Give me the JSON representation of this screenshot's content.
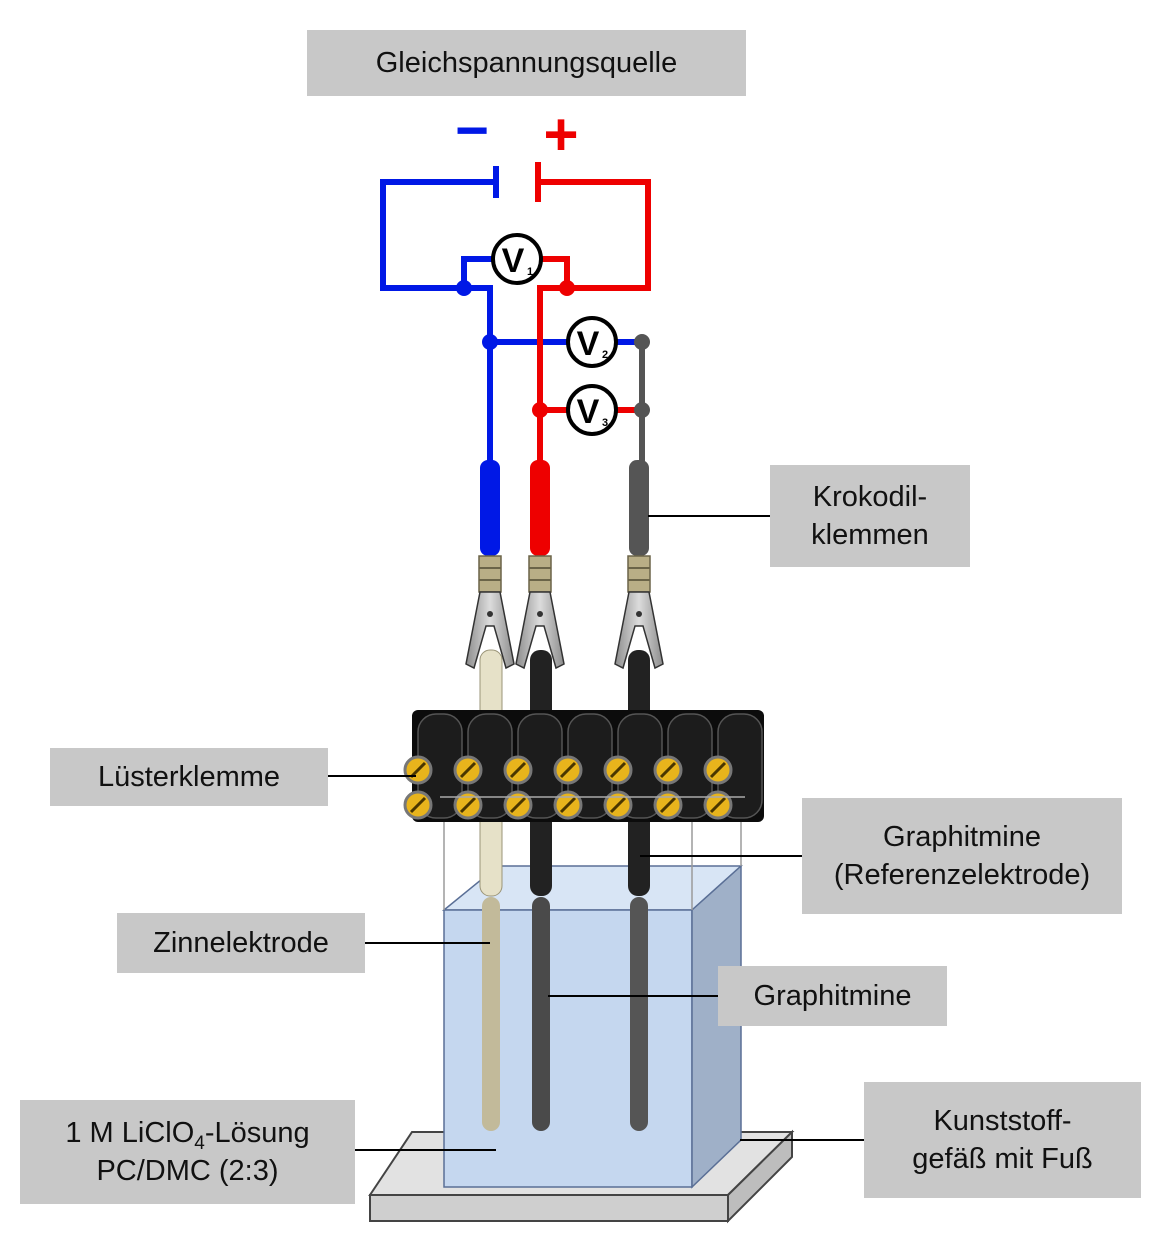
{
  "source_label": "Gleichspannungsquelle",
  "polarity": {
    "minus": "−",
    "plus": "+"
  },
  "voltmeters": [
    {
      "symbol": "V",
      "index": "1"
    },
    {
      "symbol": "V",
      "index": "2"
    },
    {
      "symbol": "V",
      "index": "3"
    }
  ],
  "labels": {
    "krokodil": [
      "Krokodil-",
      "klemmen"
    ],
    "luester": "Lüsterklemme",
    "graphit_ref": [
      "Graphitmine",
      "(Referenzelektrode)"
    ],
    "zinn": "Zinnelektrode",
    "graphit": "Graphitmine",
    "kunststoff": [
      "Kunststoff-",
      "gefäß mit Fuß"
    ],
    "loesung": {
      "line1_pre": "1 M LiClO",
      "line1_sub": "4",
      "line1_post": "-Lösung",
      "line2": "PC/DMC (2:3)"
    }
  },
  "colors": {
    "negative": "#0018e6",
    "positive": "#ee0000",
    "reference": "#555555",
    "label_bg": "#c8c8c8",
    "liquid": "#c5d7ef",
    "tin": "#e6e1c8",
    "graphite": "#222222",
    "screw": "#e8b41c"
  }
}
